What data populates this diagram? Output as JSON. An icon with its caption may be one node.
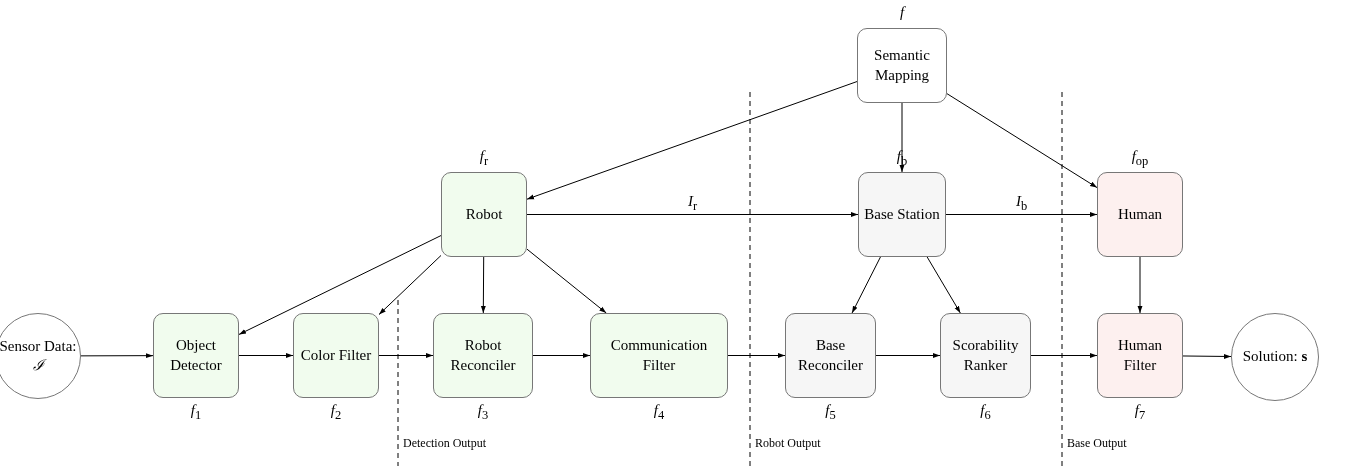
{
  "diagram": {
    "nodes": [
      {
        "text": [
          "Semantic Mapping"
        ],
        "beside": [
          "*f*"
        ]
      },
      {
        "text": [
          "Robot"
        ],
        "beside": [
          "*f*$_{r}$"
        ]
      },
      {
        "text": [
          "Base Station"
        ],
        "beside": [
          "*f*$_{b}$"
        ]
      },
      {
        "text": [
          "Human"
        ],
        "beside": [
          "*f*$_{op}$"
        ]
      },
      {
        "text": [
          "Sensor Data: *ℐ*"
        ]
      },
      {
        "text": [
          "Object Detector"
        ],
        "beside": [
          "*f*$_{1}$"
        ]
      },
      {
        "text": [
          "Color Filter"
        ],
        "beside": [
          "*f*$_{2}$"
        ]
      },
      {
        "text": [
          "Robot Reconciler"
        ],
        "beside": [
          "*f*$_{3}$"
        ]
      },
      {
        "text": [
          "Communication Filter"
        ],
        "beside": [
          "*f*$_{4}$"
        ]
      },
      {
        "text": [
          "Base Reconciler"
        ],
        "beside": [
          "*f*$_{5}$"
        ]
      },
      {
        "text": [
          "Scorability Ranker"
        ],
        "beside": [
          "*f*$_{6}$"
        ]
      },
      {
        "text": [
          "Human Filter"
        ],
        "beside": [
          "*f*$_{7}$"
        ]
      },
      {
        "text": [
          "Solution: **s**"
        ]
      }
    ],
    "edges": [
      {
        "from": 0,
        "to": 1,
        "arrow": "to"
      },
      {
        "from": 0,
        "to": 2,
        "arrow": "to"
      },
      {
        "from": 0,
        "to": 3,
        "arrow": "to"
      },
      {
        "from": 1,
        "to": 2,
        "arrow": "to",
        "label": "*I*$_{r}$"
      },
      {
        "from": 2,
        "to": 3,
        "arrow": "to",
        "label": "*I*$_{b}$"
      },
      {
        "from": 1,
        "to": 5,
        "arrow": "to"
      },
      {
        "from": 1,
        "to": 6,
        "arrow": "to"
      },
      {
        "from": 1,
        "to": 7,
        "arrow": "to"
      },
      {
        "from": 1,
        "to": 8,
        "arrow": "to"
      },
      {
        "from": 2,
        "to": 9,
        "arrow": "to"
      },
      {
        "from": 2,
        "to": 10,
        "arrow": "to"
      },
      {
        "from": 3,
        "to": 11,
        "arrow": "to"
      },
      {
        "from": 4,
        "to": 5,
        "arrow": "to"
      },
      {
        "from": 5,
        "to": 6,
        "arrow": "to"
      },
      {
        "from": 6,
        "to": 7,
        "arrow": "to"
      },
      {
        "from": 7,
        "to": 8,
        "arrow": "to"
      },
      {
        "from": 8,
        "to": 9,
        "arrow": "to"
      },
      {
        "from": 9,
        "to": 10,
        "arrow": "to"
      },
      {
        "from": 10,
        "to": 11,
        "arrow": "to"
      },
      {
        "from": 11,
        "to": 12,
        "arrow": "to"
      }
    ],
    "labels": [
      "Detection Output",
      "Robot Output",
      "Base Output"
    ]
  }
}
